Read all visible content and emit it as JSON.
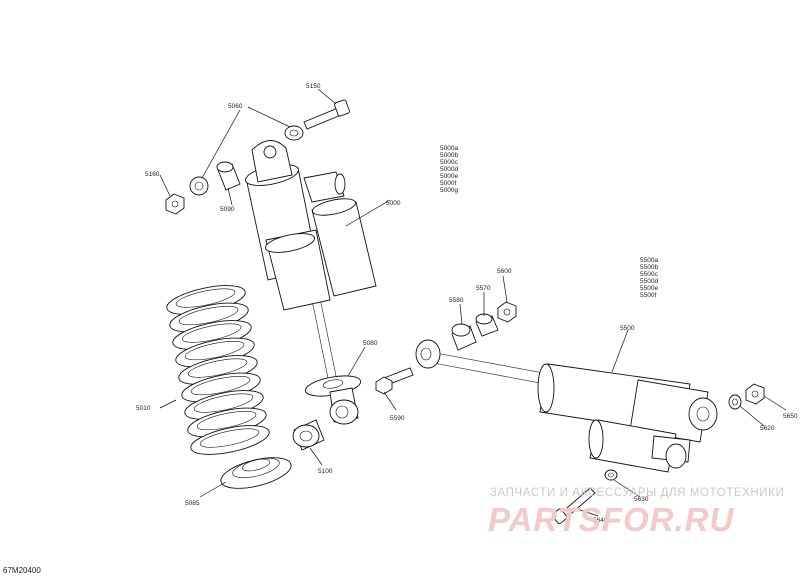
{
  "figure_code": "67M20400",
  "watermark": {
    "tagline": "ЗАПЧАСТИ И АКСЕССУАРЫ ДЛЯ МОТОТЕХНИКИ",
    "logo": "PARTSFOR.RU"
  },
  "callouts": {
    "c5150": "5150",
    "c5060": "5060",
    "c5160": "5160",
    "c5090": "5090",
    "c5000": "5000",
    "c5000list": [
      "5000a",
      "5000b",
      "5000c",
      "5000d",
      "5000e",
      "5000f",
      "5000g"
    ],
    "c5010": "5010",
    "c5080": "5080",
    "c5590": "5590",
    "c5100": "5100",
    "c5085": "5085",
    "c5600": "5600",
    "c5570": "5570",
    "c5580": "5580",
    "c5500list": [
      "5500a",
      "5500b",
      "5500c",
      "5500d",
      "5500e",
      "5500f"
    ],
    "c5500": "5500",
    "c5650": "5650",
    "c5620": "5620",
    "c5630": "5630",
    "c5640": "5640"
  }
}
